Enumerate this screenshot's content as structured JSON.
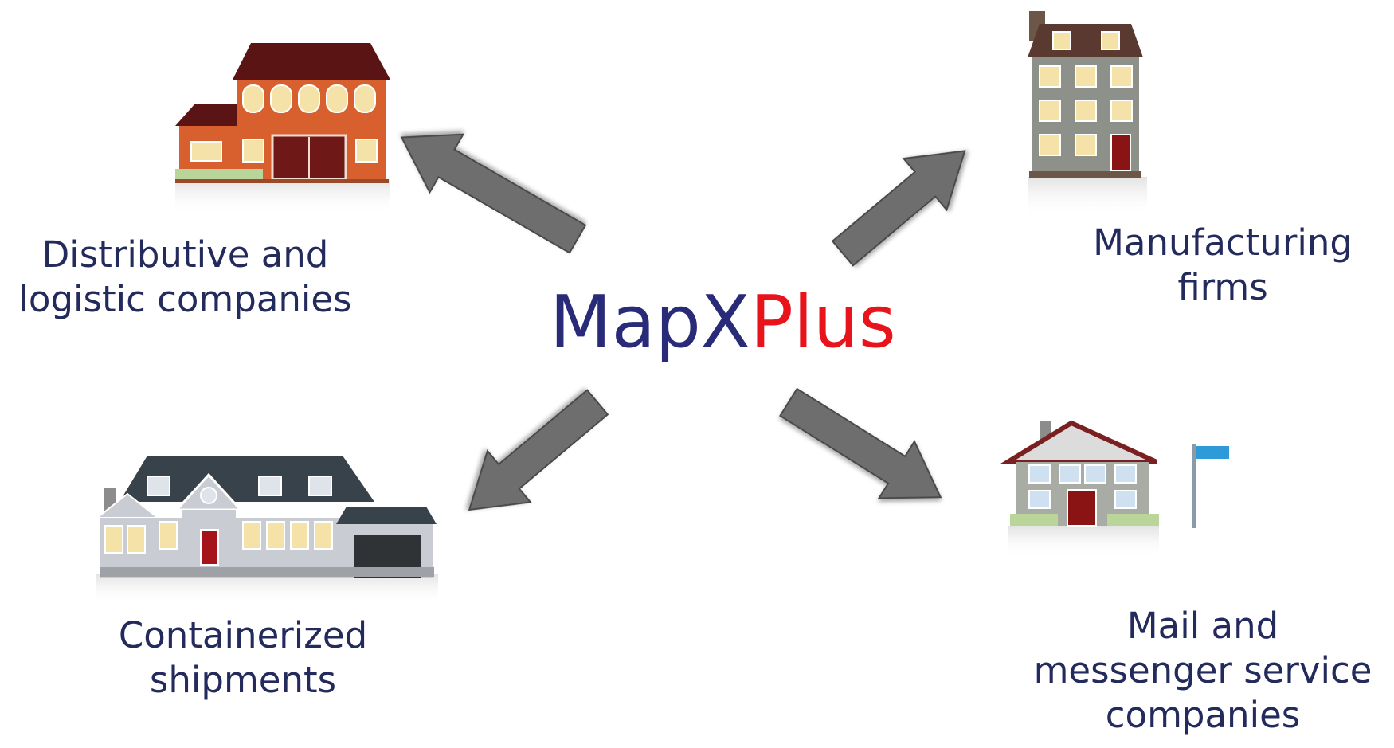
{
  "title": {
    "part1": "MapX",
    "part2": "Plus"
  },
  "colors": {
    "title_primary": "#2a2b78",
    "title_accent": "#e8141c",
    "label_text": "#232a5c",
    "arrow_fill": "#6e6e6e"
  },
  "nodes": [
    {
      "id": "top-left",
      "lines": [
        "Distributive and",
        "logistic companies"
      ],
      "icon": "two-storey-brick-building-icon"
    },
    {
      "id": "top-right",
      "lines": [
        "Manufacturing",
        "firms"
      ],
      "icon": "apartment-building-icon"
    },
    {
      "id": "bottom-left",
      "lines": [
        "Containerized",
        "shipments"
      ],
      "icon": "large-house-with-garage-icon"
    },
    {
      "id": "bottom-right",
      "lines": [
        "Mail and",
        "messenger service",
        "companies"
      ],
      "icon": "house-with-flag-icon"
    }
  ]
}
